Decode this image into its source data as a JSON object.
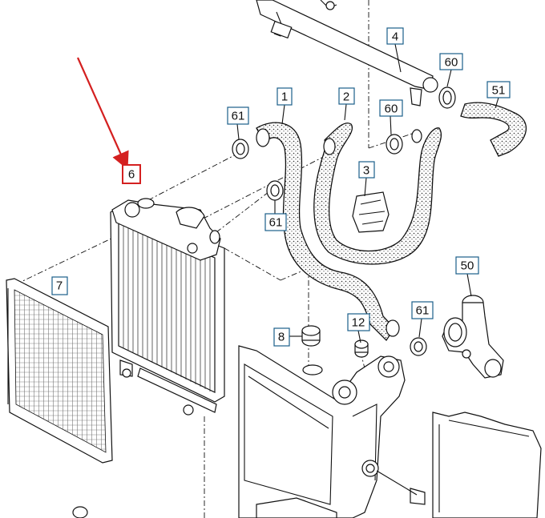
{
  "callouts": [
    {
      "id": "p4",
      "label": "4"
    },
    {
      "id": "p60a",
      "label": "60"
    },
    {
      "id": "p51",
      "label": "51"
    },
    {
      "id": "p1",
      "label": "1"
    },
    {
      "id": "p2",
      "label": "2"
    },
    {
      "id": "p61a",
      "label": "61"
    },
    {
      "id": "p60b",
      "label": "60"
    },
    {
      "id": "p3",
      "label": "3"
    },
    {
      "id": "p6",
      "label": "6"
    },
    {
      "id": "p61b",
      "label": "61"
    },
    {
      "id": "p7",
      "label": "7"
    },
    {
      "id": "p50",
      "label": "50"
    },
    {
      "id": "p8",
      "label": "8"
    },
    {
      "id": "p12",
      "label": "12"
    },
    {
      "id": "p61c",
      "label": "61"
    }
  ],
  "highlight": {
    "callout": "6",
    "color": "#d42020"
  },
  "colors": {
    "callout_border": "#1a5f8a",
    "line": "#111111",
    "highlight": "#d42020"
  }
}
